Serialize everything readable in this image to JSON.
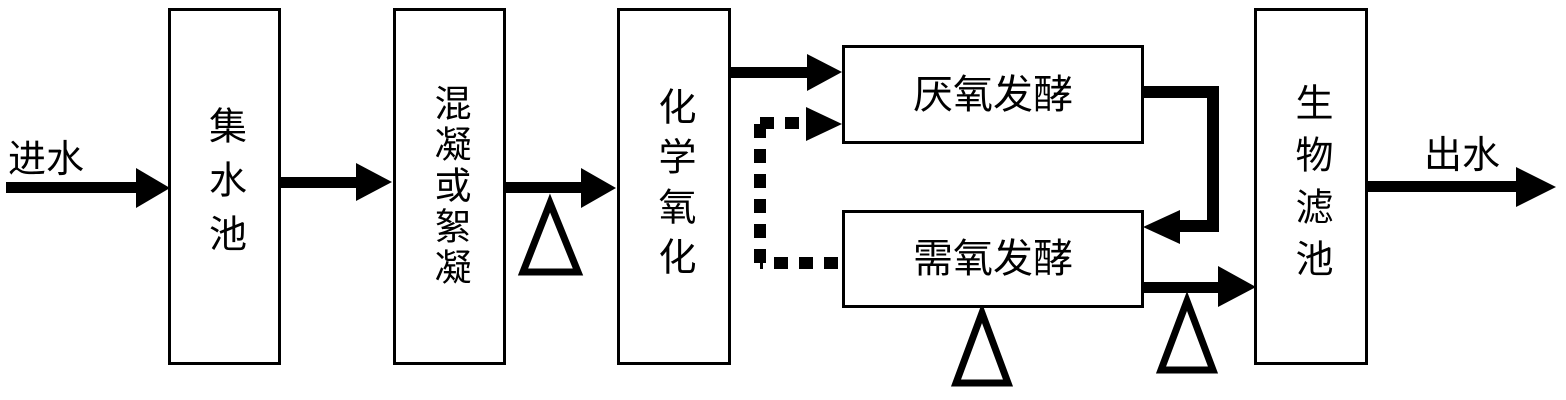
{
  "colors": {
    "line": "#000000",
    "background": "#ffffff"
  },
  "labels": {
    "inlet": "进水",
    "outlet": "出水"
  },
  "units": [
    {
      "id": "collection-tank",
      "label": "集水池",
      "orientation": "vertical"
    },
    {
      "id": "coagulation",
      "label": "混凝或絮凝",
      "orientation": "vertical"
    },
    {
      "id": "chemical-oxidation",
      "label": "化学氧化",
      "orientation": "vertical"
    },
    {
      "id": "anaerobic-fermentation",
      "label": "厌氧发酵",
      "orientation": "horizontal"
    },
    {
      "id": "aerobic-fermentation",
      "label": "需氧发酵",
      "orientation": "horizontal"
    },
    {
      "id": "biofilter",
      "label": "生物滤池",
      "orientation": "vertical"
    }
  ],
  "markers": {
    "triangle_count": 3
  }
}
